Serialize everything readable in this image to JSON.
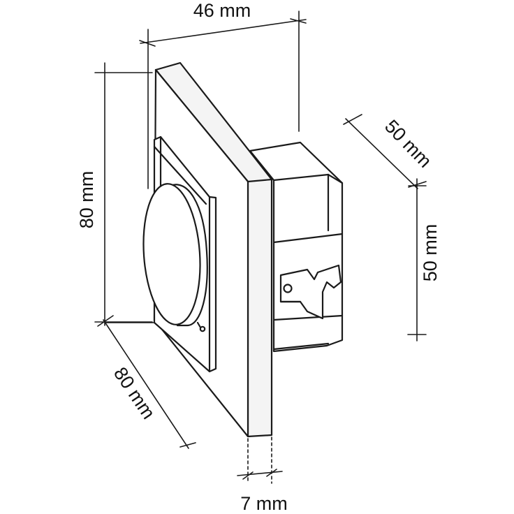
{
  "dimensions": {
    "width_top": "46 mm",
    "height_left": "80 mm",
    "depth_bottom_left": "80 mm",
    "back_depth": "50 mm",
    "back_height": "50 mm",
    "frame_thickness": "7 mm"
  },
  "colors": {
    "line": "#1a1a1a",
    "fill": "#ffffff",
    "shade": "#f4f4f4"
  }
}
